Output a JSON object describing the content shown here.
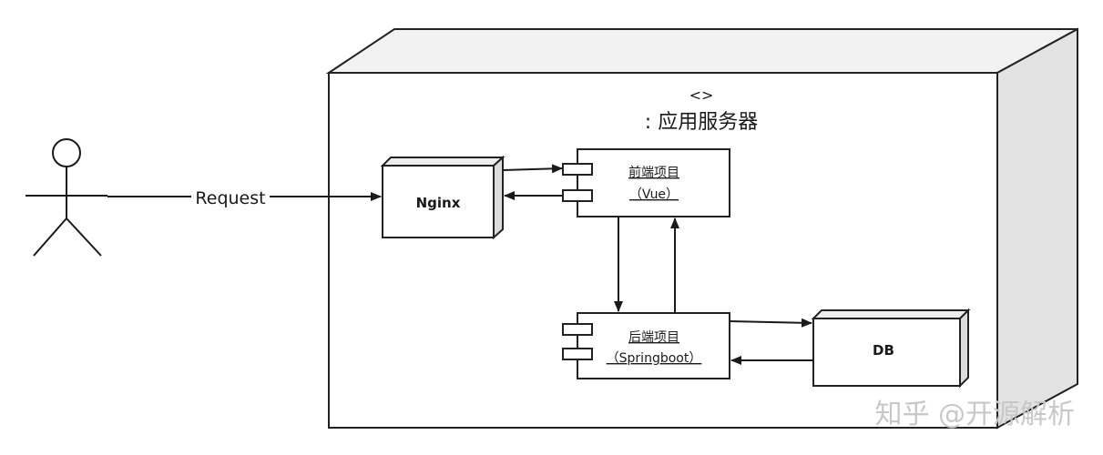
{
  "node": {
    "stereotype": "<>",
    "title": ": 应用服务器"
  },
  "request_label": "Request",
  "nginx": {
    "label": "Nginx"
  },
  "frontend": {
    "line1": "前端项目",
    "line2": "（Vue）"
  },
  "backend": {
    "line1": "后端项目",
    "line2": "（Springboot）"
  },
  "db": {
    "label": "DB"
  },
  "watermark": "知乎 @开源解析"
}
